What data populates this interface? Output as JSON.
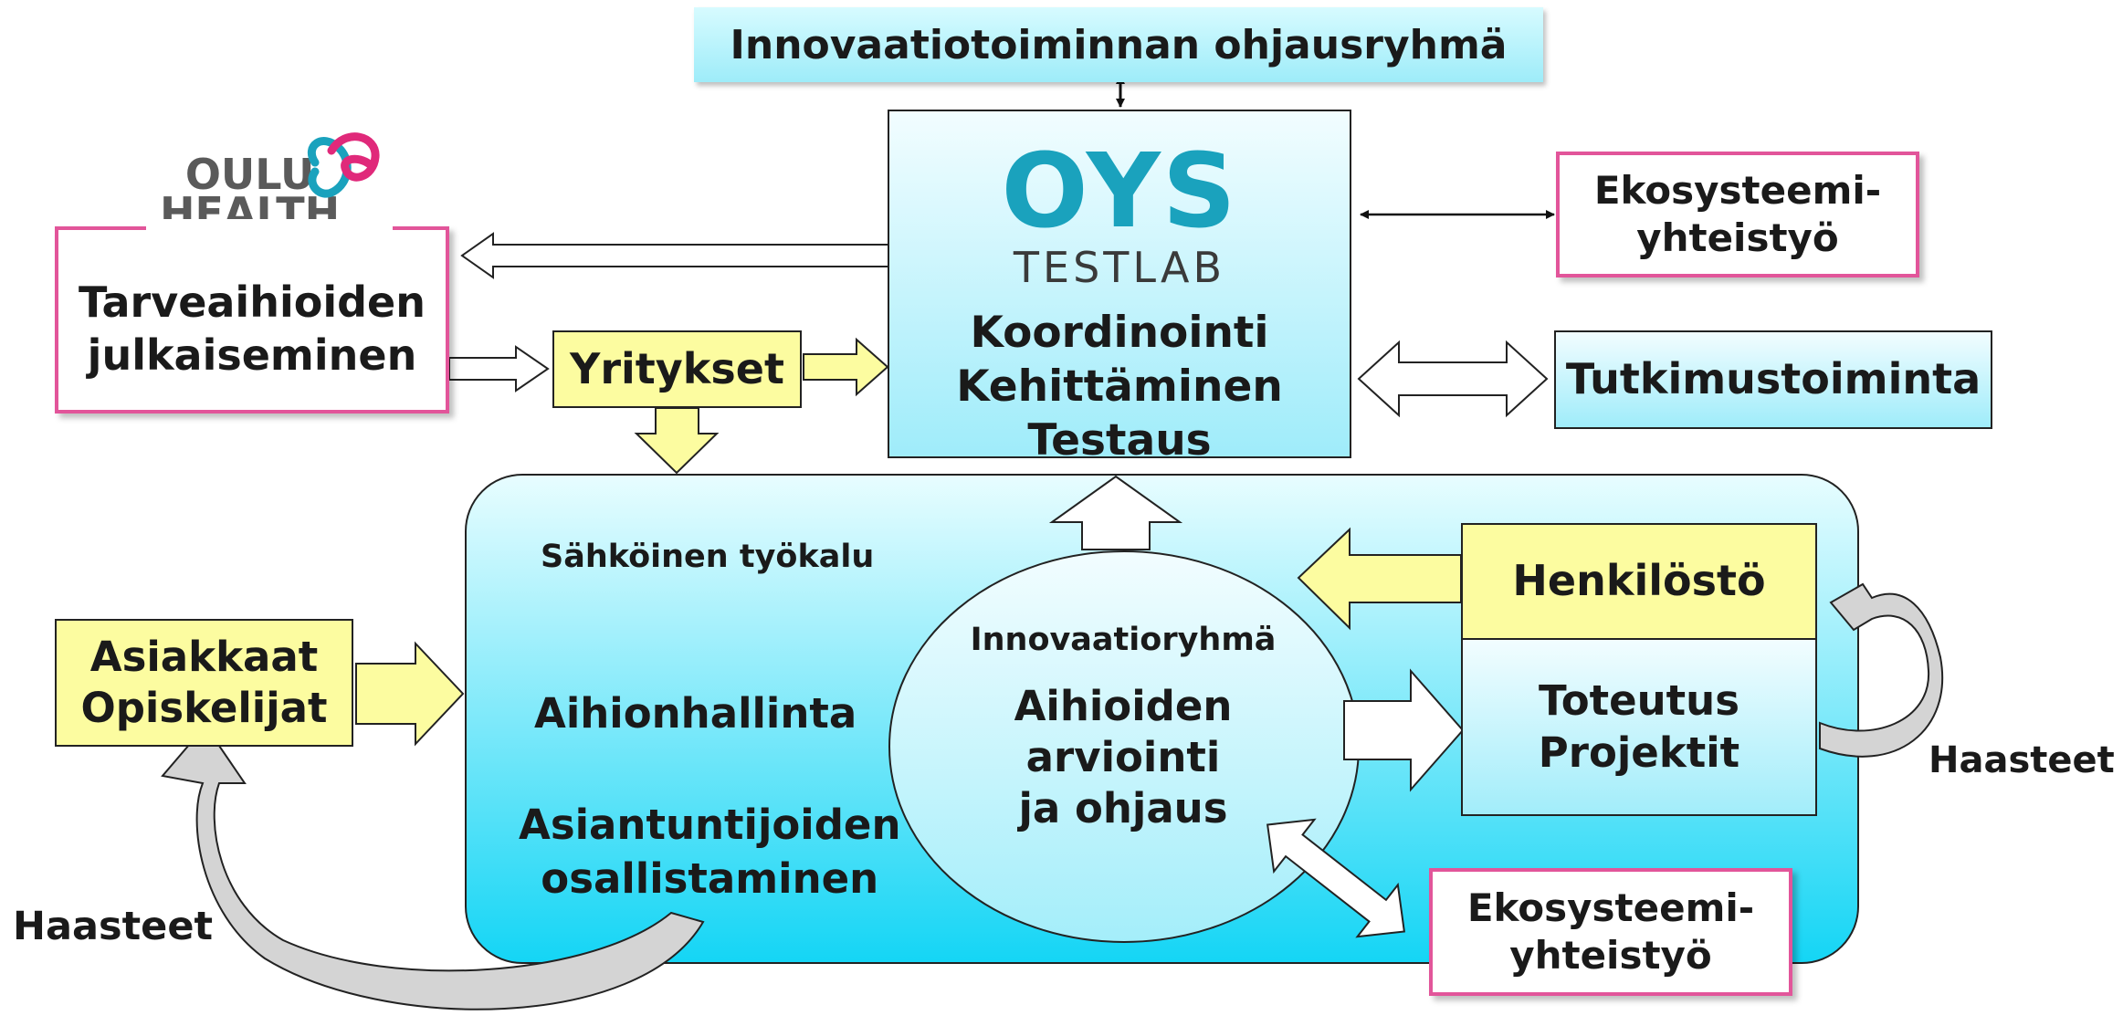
{
  "steering_group": "Innovaatiotoiminnan ohjausryhmä",
  "logos": {
    "oulu_health": [
      "OULU",
      "HEALTH"
    ],
    "oys": [
      "OYS",
      "TESTLAB"
    ]
  },
  "testlab_roles": [
    "Koordinointi",
    "Kehittäminen",
    "Testaus"
  ],
  "ecosystem": [
    "Ekosysteemi-",
    "yhteistyö"
  ],
  "research": "Tutkimustoiminta",
  "needs_publishing": [
    "Tarveaihioiden",
    "julkaiseminen"
  ],
  "companies": "Yritykset",
  "customers": [
    "Asiakkaat",
    "Opiskelijat"
  ],
  "platform": {
    "tool": "Sähköinen työkalu",
    "management": "Aihionhallinta",
    "experts": [
      "Asiantuntijoiden",
      "osallistaminen"
    ]
  },
  "innovation_group": {
    "title": "Innovaatioryhmä",
    "lines": [
      "Aihioiden",
      "arviointi",
      "ja ohjaus"
    ]
  },
  "staff": "Henkilöstö",
  "implementation": [
    "Toteutus",
    "Projektit"
  ],
  "challenges": "Haasteet",
  "colors": {
    "pink_border": "#e2559a",
    "yellow": "#fcfca0",
    "cyan_light": "#e8fdff",
    "cyan_dark": "#14d5f5",
    "oys_teal": "#1aa2bd"
  }
}
